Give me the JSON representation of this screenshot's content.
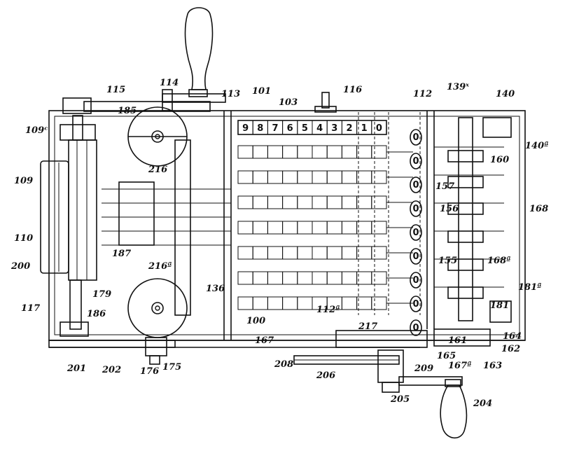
{
  "drawing": {
    "digit_keys": [
      "9",
      "8",
      "7",
      "6",
      "5",
      "4",
      "3",
      "2",
      "1",
      "0"
    ],
    "counter_digits": [
      "0",
      "0",
      "0",
      "0",
      "0",
      "0",
      "0",
      "0",
      "0"
    ],
    "caption": ""
  },
  "reference_labels": [
    {
      "id": "r115",
      "text": "115"
    },
    {
      "id": "r114",
      "text": "114"
    },
    {
      "id": "r113",
      "text": "113"
    },
    {
      "id": "r101",
      "text": "101"
    },
    {
      "id": "r103",
      "text": "103"
    },
    {
      "id": "r116",
      "text": "116"
    },
    {
      "id": "r112",
      "text": "112"
    },
    {
      "id": "r139x",
      "text": "139ˣ"
    },
    {
      "id": "r140",
      "text": "140"
    },
    {
      "id": "r140a",
      "text": "140ª"
    },
    {
      "id": "r185",
      "text": "185"
    },
    {
      "id": "r109c",
      "text": "109ᶜ"
    },
    {
      "id": "r109",
      "text": "109"
    },
    {
      "id": "r160",
      "text": "160"
    },
    {
      "id": "r216",
      "text": "216"
    },
    {
      "id": "r157",
      "text": "157"
    },
    {
      "id": "r156",
      "text": "156"
    },
    {
      "id": "r168",
      "text": "168"
    },
    {
      "id": "r110",
      "text": "110"
    },
    {
      "id": "r187",
      "text": "187"
    },
    {
      "id": "r200",
      "text": "200"
    },
    {
      "id": "r216a",
      "text": "216ª"
    },
    {
      "id": "r155",
      "text": "155"
    },
    {
      "id": "r168a",
      "text": "168ª"
    },
    {
      "id": "r179",
      "text": "179"
    },
    {
      "id": "r136",
      "text": "136"
    },
    {
      "id": "r117",
      "text": "117"
    },
    {
      "id": "r186",
      "text": "186"
    },
    {
      "id": "r112a",
      "text": "112ª"
    },
    {
      "id": "r181",
      "text": "181"
    },
    {
      "id": "r181a",
      "text": "181ª"
    },
    {
      "id": "r100",
      "text": "100"
    },
    {
      "id": "r217",
      "text": "217"
    },
    {
      "id": "r167",
      "text": "167"
    },
    {
      "id": "r164",
      "text": "164"
    },
    {
      "id": "r161",
      "text": "161"
    },
    {
      "id": "r162",
      "text": "162"
    },
    {
      "id": "r201",
      "text": "201"
    },
    {
      "id": "r202",
      "text": "202"
    },
    {
      "id": "r176",
      "text": "176"
    },
    {
      "id": "r175",
      "text": "175"
    },
    {
      "id": "r208",
      "text": "208"
    },
    {
      "id": "r206",
      "text": "206"
    },
    {
      "id": "r209",
      "text": "209"
    },
    {
      "id": "r165",
      "text": "165"
    },
    {
      "id": "r167a",
      "text": "167ª"
    },
    {
      "id": "r163",
      "text": "163"
    },
    {
      "id": "r205",
      "text": "205"
    },
    {
      "id": "r204",
      "text": "204"
    }
  ]
}
